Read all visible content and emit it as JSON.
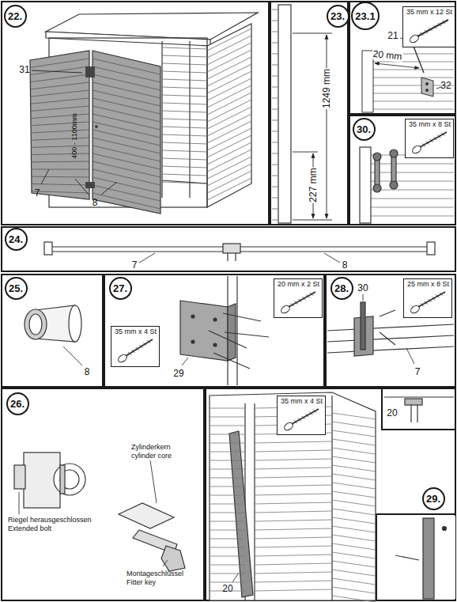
{
  "diagram": {
    "nodes": [
      {
        "text": [
          "22."
        ]
      },
      {
        "text": [
          "23."
        ]
      },
      {
        "text": [
          "23.1"
        ]
      },
      {
        "text": [
          "35 mm x 12 St"
        ]
      },
      {
        "text": [
          "30."
        ]
      },
      {
        "text": [
          "35 mm x 8 St"
        ]
      },
      {
        "text": [
          "24."
        ]
      },
      {
        "text": [
          "25."
        ]
      },
      {
        "text": [
          "27."
        ]
      },
      {
        "text": [
          "35 mm x 4 St"
        ]
      },
      {
        "text": [
          "20 mm x 2 St"
        ]
      },
      {
        "text": [
          "28."
        ]
      },
      {
        "text": [
          "25 mm x 8 St"
        ]
      },
      {
        "text": [
          "26."
        ]
      },
      {
        "text": [
          "35 mm x 4 St"
        ]
      },
      {
        "text": [
          "29."
        ]
      }
    ],
    "edges": [],
    "labels": [
      "31",
      "7",
      "8",
      "400 - 1100mm",
      "227 mm",
      "1249 mm",
      "21",
      "20 mm",
      "32",
      "7",
      "8",
      "8",
      "29",
      "30",
      "7",
      "Riegel herausgeschlossen",
      "Extended bolt",
      "Zylinderkern",
      "cylinder core",
      "Montageschlüssel",
      "Fitter key",
      "20",
      "20"
    ]
  }
}
